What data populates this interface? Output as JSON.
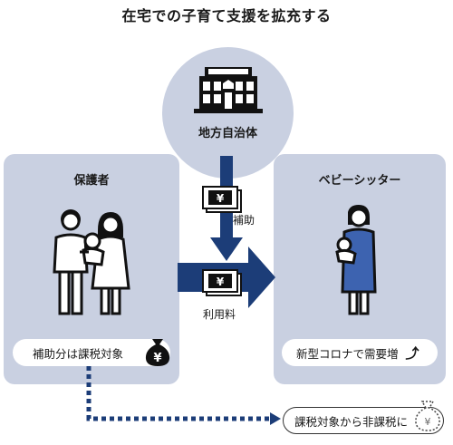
{
  "title": "在宅での子育て支援を拡充する",
  "municipality": {
    "label": "地方自治体",
    "icon": "city-hall-icon"
  },
  "guardian": {
    "label": "保護者",
    "note": "補助分は課税対象"
  },
  "babysitter": {
    "label": "ベビーシッター",
    "note": "新型コロナで需要増"
  },
  "flows": {
    "subsidy_label": "補助",
    "fee_label": "利用料",
    "currency_symbol": "¥"
  },
  "outcome": {
    "text": "課税対象から非課税に"
  },
  "colors": {
    "panel": "#c9d0e1",
    "arrow": "#1c3d78",
    "babysitter_apron": "#3d63b0",
    "dotted": "#1c3d78"
  }
}
